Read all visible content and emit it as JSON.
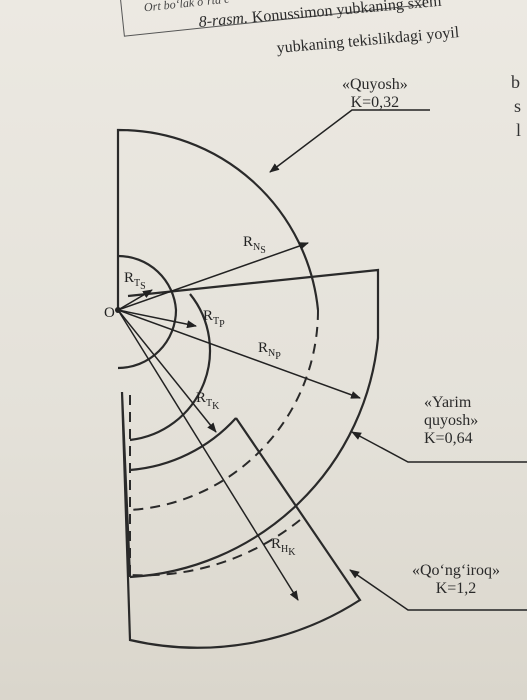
{
  "header": {
    "box_text": "Ort bo‘lak o‘rta c",
    "caption_line1_prefix": "8-rasm.",
    "caption_line1_rest": "Konussimon yubkaning sxem",
    "caption_line2": "yubkaning tekislikdagi yoyil"
  },
  "right_edge": [
    "b",
    "s",
    "l"
  ],
  "labels": {
    "quyosh_name": "«Quyosh»",
    "quyosh_k": "K=0,32",
    "yarim_line1": "«Yarim",
    "yarim_line2": "quyosh»",
    "yarim_k": "K=0,64",
    "qongiroq_name": "«Qo‘ng‘iroq»",
    "qongiroq_k": "K=1,2"
  },
  "diagram": {
    "origin": "O",
    "radii": [
      {
        "main": "R",
        "sub1": "T",
        "sub2": "S"
      },
      {
        "main": "R",
        "sub1": "T",
        "sub2": "P"
      },
      {
        "main": "R",
        "sub1": "N",
        "sub2": "S"
      },
      {
        "main": "R",
        "sub1": "N",
        "sub2": "P"
      },
      {
        "main": "R",
        "sub1": "T",
        "sub2": "K"
      },
      {
        "main": "R",
        "sub1": "H",
        "sub2": "K"
      }
    ]
  }
}
